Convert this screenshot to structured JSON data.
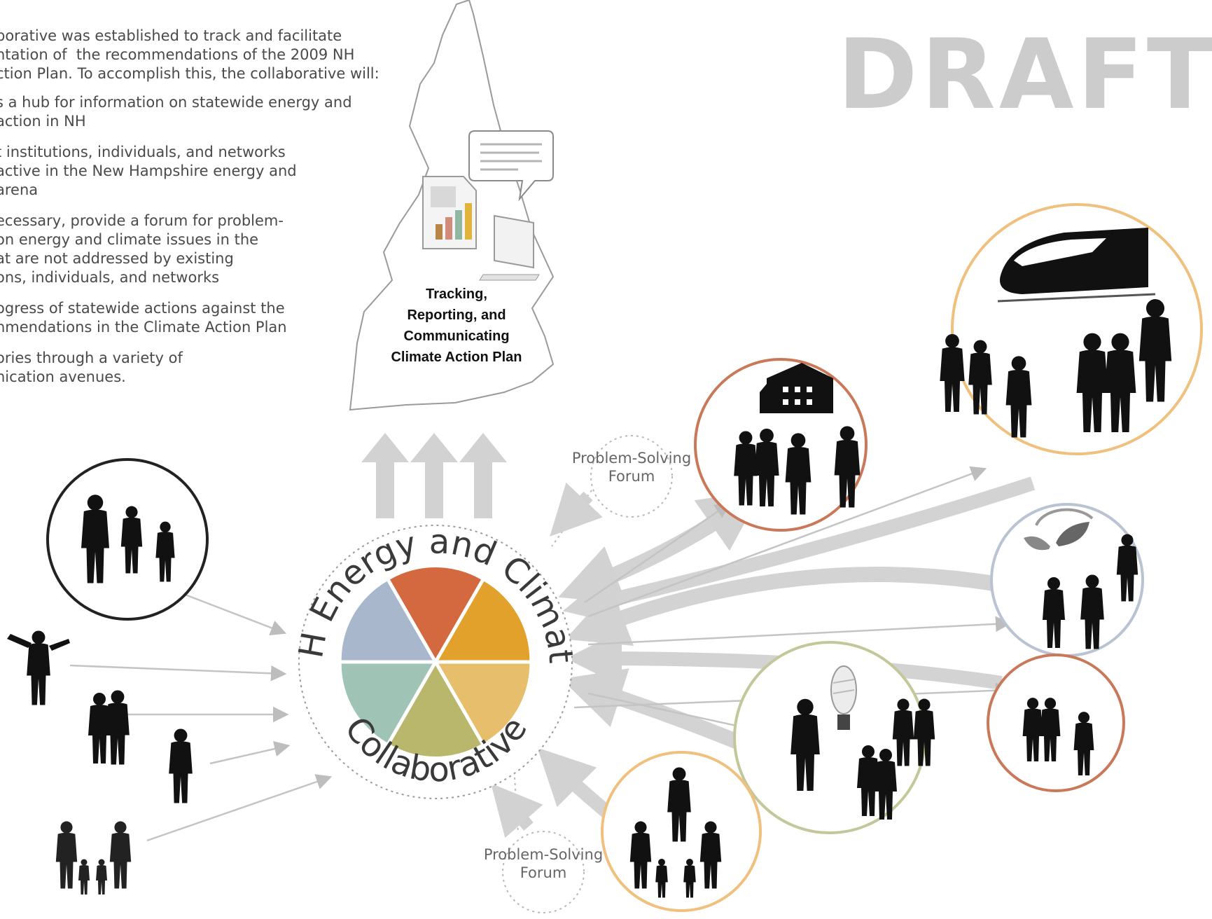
{
  "intro": {
    "lines": [
      "porative was established to track and facilitate",
      "ntation of  the recommendations of the 2009 NH",
      "ction Plan. To accomplish this, the collaborative will:"
    ],
    "bullets": [
      "s a hub for information on statewide energy and\naction in NH",
      "t institutions, individuals, and networks\nactive in the New Hampshire energy and\narena",
      "ecessary, provide a forum for problem-\non energy and climate issues in the\nat are not addressed by existing\nons, individuals, and networks",
      "ogress of statewide actions against the\nnmendations in the Climate Action Plan",
      "ories through a variety of\nnication avenues."
    ]
  },
  "draft_label": "DRAFT",
  "tracking_label": "Tracking,\nReporting, and\nCommunicating\nClimate Action Plan",
  "forum_top": "Problem-Solving\nForum",
  "forum_bottom": "Problem-Solving\nForum",
  "center": {
    "arc_top": "NH Energy and Climate",
    "arc_bottom": "Collaborative",
    "wheel_colors": [
      "#d4683f",
      "#e1a12a",
      "#e7bf6c",
      "#b9b76b",
      "#9fc4b6",
      "#a8b7cc"
    ]
  },
  "colors": {
    "arrow_gray": "#d0d0d0",
    "ring_orange": "#f0c07e",
    "ring_rust": "#c9795a",
    "ring_blue": "#b9c3d2",
    "ring_green": "#c3c799",
    "ring_dark": "#222222"
  },
  "icons": [
    "train-icon",
    "house-icon",
    "leaf-icon",
    "lightbulb-icon",
    "nh-map-icon",
    "speech-bubble-icon",
    "document-icon",
    "computer-icon"
  ]
}
